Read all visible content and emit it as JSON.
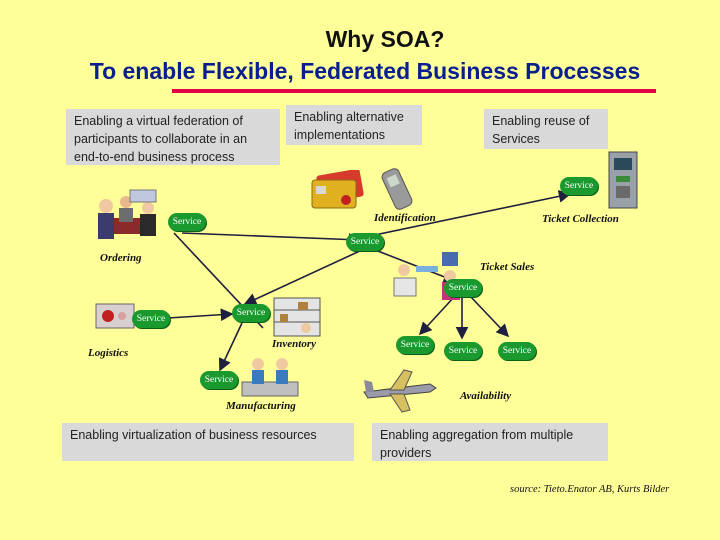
{
  "title": {
    "line1": "Why SOA?",
    "line2": "To enable Flexible, Federated Business Processes"
  },
  "boxes": {
    "virtual_federation": "Enabling a virtual federation of participants to collaborate in an end-to-end business process",
    "alternative_impl": "Enabling alternative implementations",
    "reuse": "Enabling reuse of Services",
    "virtualization": "Enabling virtualization of business resources",
    "aggregation": "Enabling aggregation from multiple providers"
  },
  "service_label": "Service",
  "labels": {
    "ordering": "Ordering",
    "identification": "Identification",
    "ticket_collection": "Ticket Collection",
    "ticket_sales": "Ticket Sales",
    "inventory": "Inventory",
    "logistics": "Logistics",
    "manufacturing": "Manufacturing",
    "availability": "Availability"
  },
  "source": "source: Tieto.Enator AB, Kurts Bilder",
  "colors": {
    "background": "#ffff99",
    "subtitle": "#0a1f8f",
    "underline": "#e0004a",
    "service_bubble": "#1a9a2e",
    "box": "#d9d9d9"
  },
  "icons": [
    "meeting-people-icon",
    "credit-cards-icon",
    "mobile-phone-icon",
    "ticket-machine-icon",
    "ticket-sellers-icon",
    "logistics-truck-icon",
    "inventory-warehouse-icon",
    "factory-workers-icon",
    "airplane-icon"
  ]
}
